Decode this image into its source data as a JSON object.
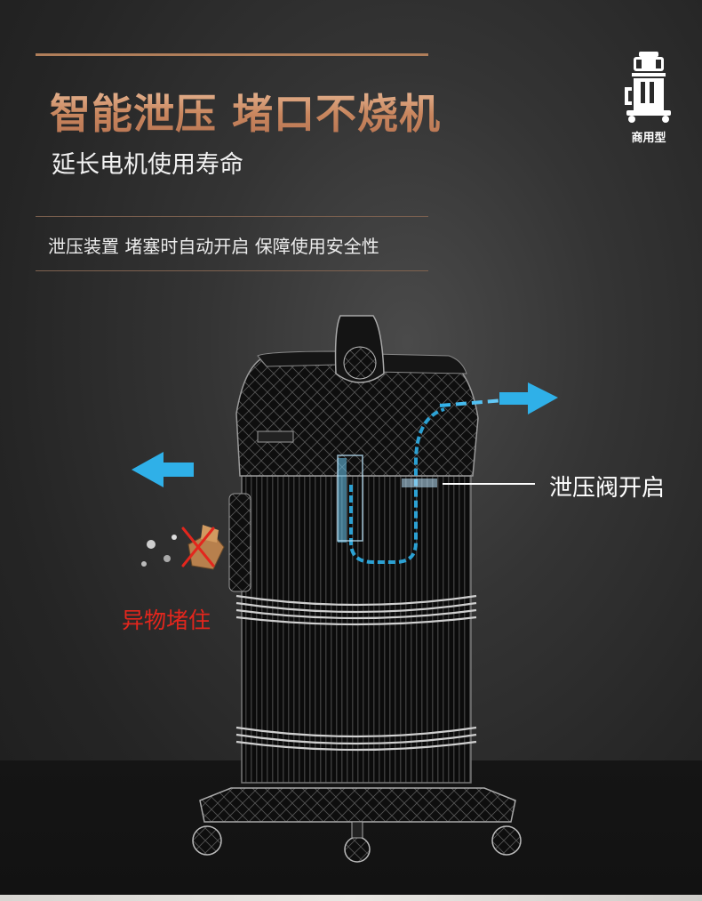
{
  "header": {
    "title": "智能泄压 堵口不烧机",
    "subtitle": "延长电机使用寿命",
    "description": "泄压装置 堵塞时自动开启 保障使用安全性"
  },
  "badge": {
    "icon": "commercial-vacuum-icon",
    "label": "商用型"
  },
  "diagram": {
    "callout_label": "泄压阀开启",
    "blocked_label": "异物堵住"
  },
  "colors": {
    "accent_gold": "#c8865e",
    "airflow_blue": "#2fb0e8",
    "warning_red": "#e3261d",
    "background": "#2b2b2b"
  }
}
